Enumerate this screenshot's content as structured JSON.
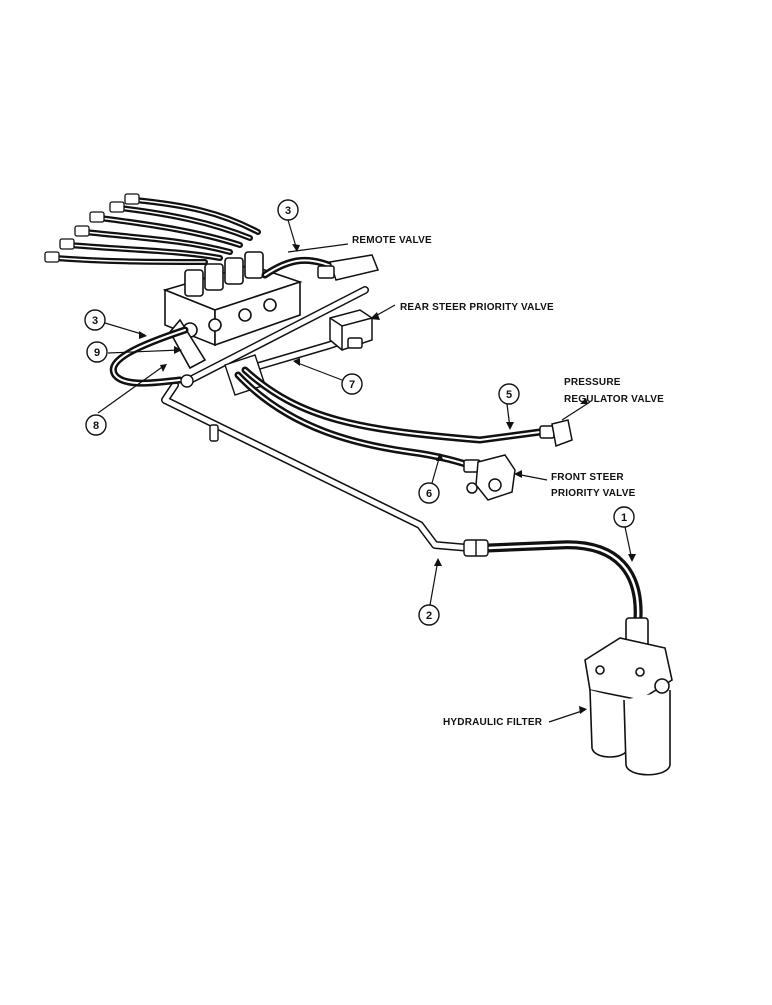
{
  "components": {
    "remote_valve": "REMOTE VALVE",
    "rear_steer_priority_valve": "REAR STEER PRIORITY VALVE",
    "pressure_regulator_valve": [
      "PRESSURE",
      "REGULATOR VALVE"
    ],
    "front_steer_priority_valve": [
      "FRONT STEER",
      "PRIORITY VALVE"
    ],
    "hydraulic_filter": "HYDRAULIC FILTER"
  },
  "callouts": {
    "c1": "1",
    "c2": "2",
    "c3_top": "3",
    "c3_left": "3",
    "c5": "5",
    "c6": "6",
    "c7": "7",
    "c8": "8",
    "c9": "9"
  }
}
